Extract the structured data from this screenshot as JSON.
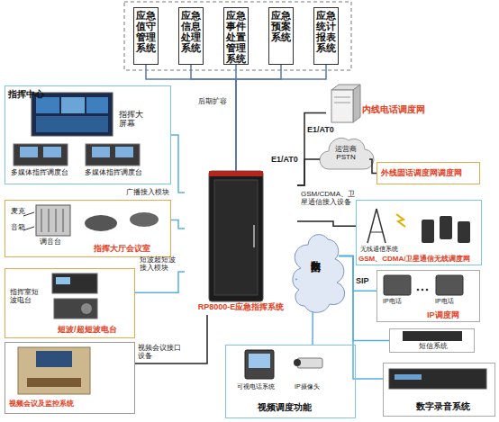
{
  "diagram": {
    "nodes": [
      {
        "text": [
          "应急值守管理系统"
        ]
      },
      {
        "text": [
          "应急信息处理系统"
        ]
      },
      {
        "text": [
          "应急事件处置管理系统"
        ]
      },
      {
        "text": [
          "应急预案系统"
        ]
      },
      {
        "text": [
          "应急统计报表系统"
        ]
      },
      {
        "text": [
          "指挥中心",
          "指挥大屏幕",
          "多媒体指挥调度台",
          "多媒体指挥调度台"
        ]
      },
      {
        "text": [
          "麦克",
          "音箱",
          "调音台",
          "指挥大厅会议室"
        ]
      },
      {
        "text": [
          "指挥室短波电台",
          "短波/超短波电台"
        ]
      },
      {
        "text": [
          "视频会议及监控系统"
        ]
      },
      {
        "text": [
          "RP8000-E应急指挥系统"
        ]
      },
      {
        "text": [
          "内线电话调度网"
        ]
      },
      {
        "text": [
          "运营商 PSTN"
        ]
      },
      {
        "text": [
          "外线固话调度网调度网"
        ]
      },
      {
        "text": [
          "无线通信系统",
          "GSM、CDMA/卫星通信无线调度网"
        ]
      },
      {
        "text": [
          "数据网"
        ]
      },
      {
        "text": [
          "IP电话",
          "IP电话",
          "IP调度网"
        ]
      },
      {
        "text": [
          "短信系统"
        ]
      },
      {
        "text": [
          "数字录音系统"
        ]
      },
      {
        "text": [
          "可视电话系统",
          "IP摄像头",
          "视频调度功能"
        ]
      }
    ],
    "edges": [
      {
        "from": 0,
        "to": 9,
        "arrow": "none"
      },
      {
        "from": 1,
        "to": 9,
        "arrow": "none"
      },
      {
        "from": 2,
        "to": 9,
        "label": "后期扩容",
        "arrow": "none"
      },
      {
        "from": 3,
        "to": 9,
        "arrow": "none"
      },
      {
        "from": 4,
        "to": 9,
        "arrow": "none"
      },
      {
        "from": 5,
        "to": 9,
        "arrow": "none"
      },
      {
        "from": 6,
        "to": 9,
        "label": "广播接入模块",
        "arrow": "none"
      },
      {
        "from": 7,
        "to": 9,
        "label": "短波超短波接入模块",
        "arrow": "none"
      },
      {
        "from": 8,
        "to": 9,
        "label": "视频会议接口设备",
        "arrow": "none"
      },
      {
        "from": 9,
        "to": 10,
        "label": "E1/AT0",
        "arrow": "none"
      },
      {
        "from": 9,
        "to": 11,
        "label": "E1/AT0",
        "arrow": "none"
      },
      {
        "from": 11,
        "to": 12,
        "arrow": "none"
      },
      {
        "from": 9,
        "to": 13,
        "label": "GSM/CDMA、卫星通信接入设备",
        "arrow": "none"
      },
      {
        "from": 9,
        "to": 14,
        "arrow": "none"
      },
      {
        "from": 14,
        "to": 15,
        "label": "SIP",
        "arrow": "none"
      },
      {
        "from": 14,
        "to": 16,
        "arrow": "none"
      },
      {
        "from": 14,
        "to": 17,
        "arrow": "none"
      },
      {
        "from": 14,
        "to": 18,
        "arrow": "none"
      }
    ]
  }
}
